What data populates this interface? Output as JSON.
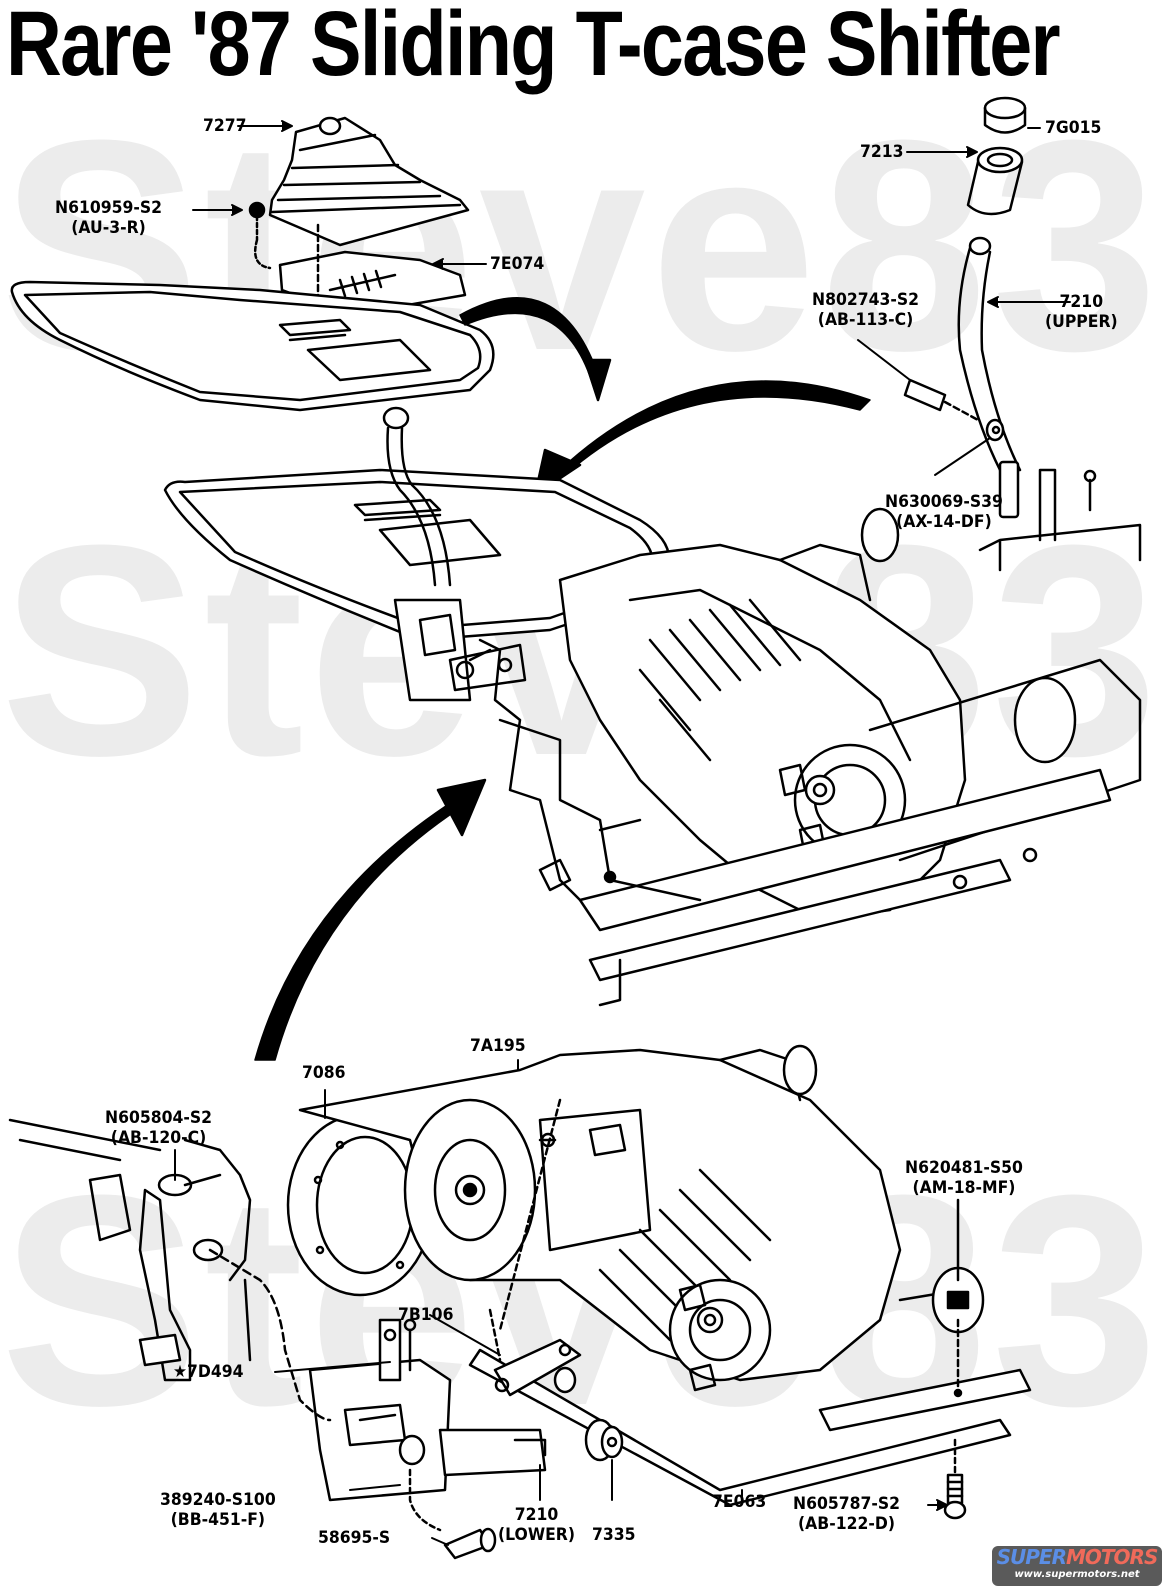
{
  "title": "Rare '87 Sliding T-case Shifter",
  "watermark": {
    "text": "Steve83",
    "color": "#ececec"
  },
  "upper_callouts": [
    {
      "id": "boot",
      "part": "7277",
      "spec": ""
    },
    {
      "id": "bolt-boot",
      "part": "N610959-S2",
      "spec": "(AU-3-R)"
    },
    {
      "id": "seal-plate",
      "part": "7E074",
      "spec": ""
    },
    {
      "id": "knob-insert",
      "part": "7G015",
      "spec": ""
    },
    {
      "id": "knob",
      "part": "7213",
      "spec": ""
    },
    {
      "id": "bolt-lever",
      "part": "N802743-S2",
      "spec": "(AB-113-C)"
    },
    {
      "id": "lever-upper",
      "part": "7210",
      "spec": "(UPPER)"
    },
    {
      "id": "nut-lever",
      "part": "N630069-S39",
      "spec": "(AX-14-DF)"
    }
  ],
  "lower_callouts": [
    {
      "id": "bolt-adapter",
      "part": "N605804-S2",
      "spec": "(AB-120-C)"
    },
    {
      "id": "gasket",
      "part": "7086",
      "spec": ""
    },
    {
      "id": "transfer-case",
      "part": "7A195",
      "spec": ""
    },
    {
      "id": "nut-crossmember",
      "part": "N620481-S50",
      "spec": "(AM-18-MF)"
    },
    {
      "id": "link",
      "part": "7B106",
      "spec": ""
    },
    {
      "id": "bracket",
      "part": "★7D494",
      "spec": ""
    },
    {
      "id": "bolt-bracket",
      "part": "389240-S100",
      "spec": "(BB-451-F)"
    },
    {
      "id": "bolt-pivot",
      "part": "58695-S",
      "spec": ""
    },
    {
      "id": "lever-lower",
      "part": "7210",
      "spec": "(LOWER)"
    },
    {
      "id": "bushing",
      "part": "7335",
      "spec": ""
    },
    {
      "id": "crossmember",
      "part": "7E063",
      "spec": ""
    },
    {
      "id": "bolt-crossmember",
      "part": "N605787-S2",
      "spec": "(AB-122-D)"
    }
  ],
  "logo": {
    "brand_part1": "SUPER",
    "brand_part2": "MOTORS",
    "url": "www.supermotors.net",
    "color1": "#5b8ee6",
    "color2": "#f06a5a"
  }
}
